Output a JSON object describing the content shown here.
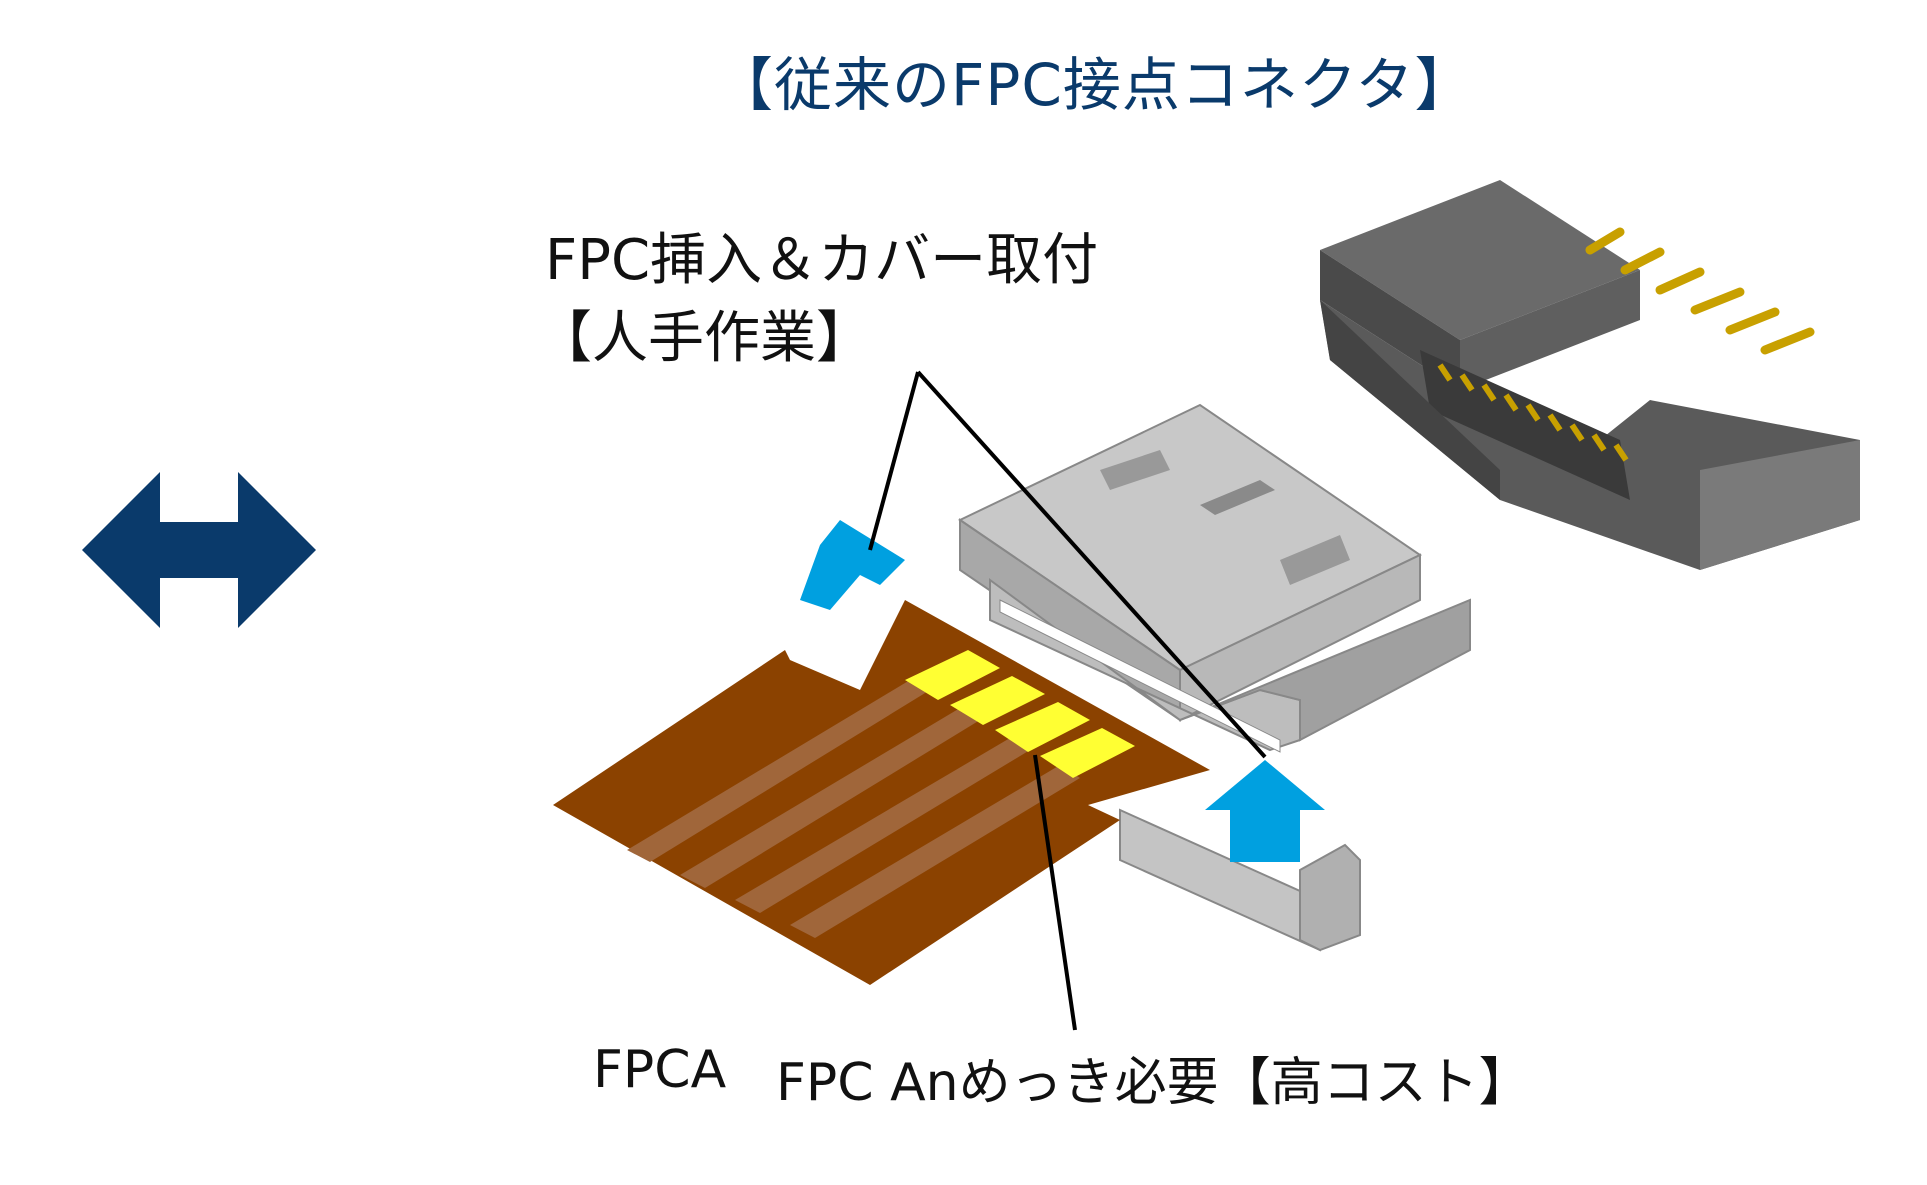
{
  "title": "【従来のFPC接点コネクタ】",
  "labels": {
    "process_line1": "FPC挿入＆カバー取付",
    "process_line2": "【人手作業】",
    "fpca": "FPCA",
    "plating": "FPC Anめっき必要【高コスト】"
  },
  "colors": {
    "title": "#0a3a6b",
    "double_arrow": "#0a3a6b",
    "blue_arrows": "#00a0e0",
    "fpc_base": "#8b4200",
    "fpc_trace": "#a0663a",
    "fpc_pad": "#ffff33",
    "connector_gray": "#b0b0b0",
    "header_dark": "#5a5a5a",
    "pin_gold": "#c8a000"
  }
}
